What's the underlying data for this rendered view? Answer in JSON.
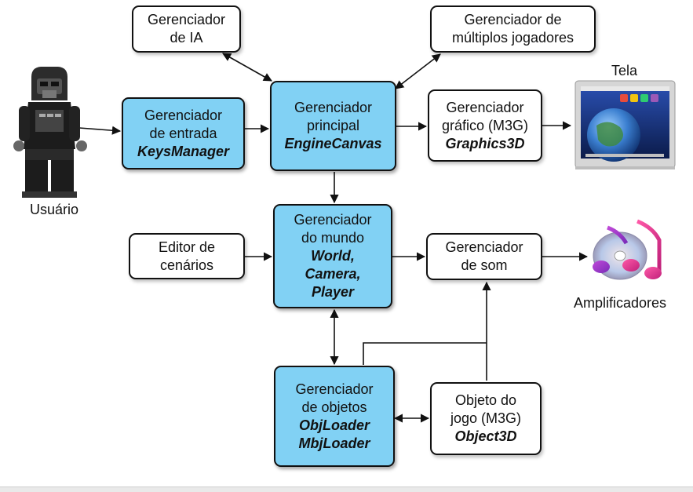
{
  "boxes": {
    "ia": {
      "line1": "Gerenciador",
      "line2": "de IA"
    },
    "multi": {
      "line1": "Gerenciador de",
      "line2": "múltiplos jogadores"
    },
    "entrada": {
      "line1": "Gerenciador",
      "line2": "de entrada",
      "line3": "KeysManager"
    },
    "principal": {
      "line1": "Gerenciador",
      "line2": "principal",
      "line3": "EngineCanvas"
    },
    "grafico": {
      "line1": "Gerenciador",
      "line2": "gráfico (M3G)",
      "line3": "Graphics3D"
    },
    "editor": {
      "line1": "Editor de",
      "line2": "cenários"
    },
    "mundo": {
      "line1": "Gerenciador",
      "line2": "do mundo",
      "line3": "World,",
      "line4": "Camera,",
      "line5": "Player"
    },
    "som": {
      "line1": "Gerenciador",
      "line2": "de som"
    },
    "objetos": {
      "line1": "Gerenciador",
      "line2": "de objetos",
      "line3": "ObjLoader",
      "line4": "MbjLoader"
    },
    "objeto_jogo": {
      "line1": "Objeto do",
      "line2": "jogo (M3G)",
      "line3": "Object3D"
    }
  },
  "labels": {
    "usuario": "Usuário",
    "tela": "Tela",
    "amplificadores": "Amplificadores"
  },
  "icons": [
    "lego-user-icon",
    "screen-monitor-icon",
    "music-notes-cd-icon"
  ],
  "colors": {
    "module_fill": "#81d1f4",
    "plain_fill": "#ffffff",
    "stroke": "#111111"
  }
}
